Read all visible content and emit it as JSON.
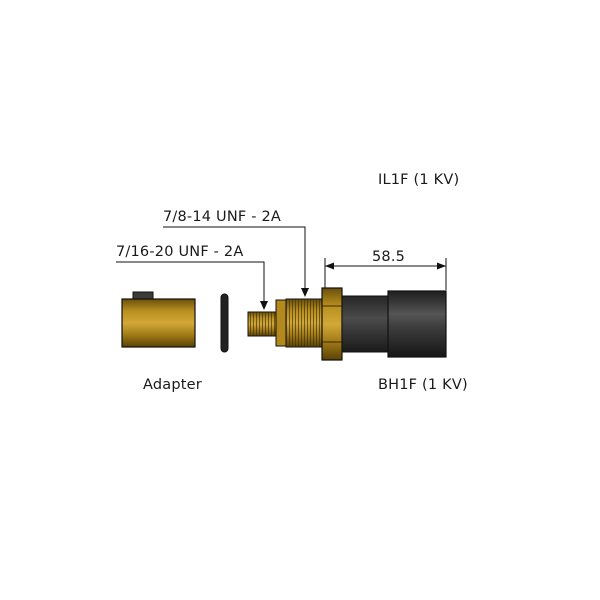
{
  "labels": {
    "top_partial": "IL1F (1 KV)",
    "thread_large": "7/8-14 UNF - 2A",
    "thread_small": "7/16-20 UNF - 2A",
    "dimension": "58.5",
    "adapter": "Adapter",
    "connector": "BH1F (1 KV)"
  },
  "colors": {
    "brass": "#a07a16",
    "brass_light": "#c69a2a",
    "brass_dark": "#5a4206",
    "body_dark": "#2c2c2c",
    "body_mid": "#4a4a4a",
    "line": "#111111"
  }
}
